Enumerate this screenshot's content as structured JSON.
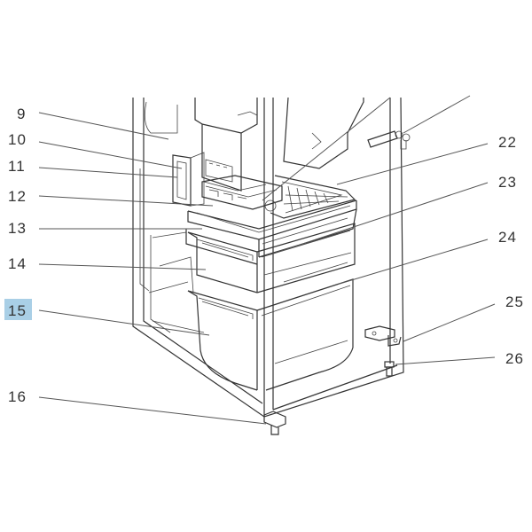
{
  "diagram": {
    "highlight_color": "#a9cfe6",
    "callouts": [
      {
        "id": "9",
        "text": "9",
        "highlighted": false
      },
      {
        "id": "10",
        "text": "10",
        "highlighted": false
      },
      {
        "id": "11",
        "text": "11",
        "highlighted": false
      },
      {
        "id": "12",
        "text": "12",
        "highlighted": false
      },
      {
        "id": "13",
        "text": "13",
        "highlighted": false
      },
      {
        "id": "14",
        "text": "14",
        "highlighted": false
      },
      {
        "id": "15",
        "text": "15",
        "highlighted": true
      },
      {
        "id": "16",
        "text": "16",
        "highlighted": false
      },
      {
        "id": "22",
        "text": "22",
        "highlighted": false
      },
      {
        "id": "23",
        "text": "23",
        "highlighted": false
      },
      {
        "id": "24",
        "text": "24",
        "highlighted": false
      },
      {
        "id": "25",
        "text": "25",
        "highlighted": false
      },
      {
        "id": "26",
        "text": "26",
        "highlighted": false
      }
    ]
  }
}
